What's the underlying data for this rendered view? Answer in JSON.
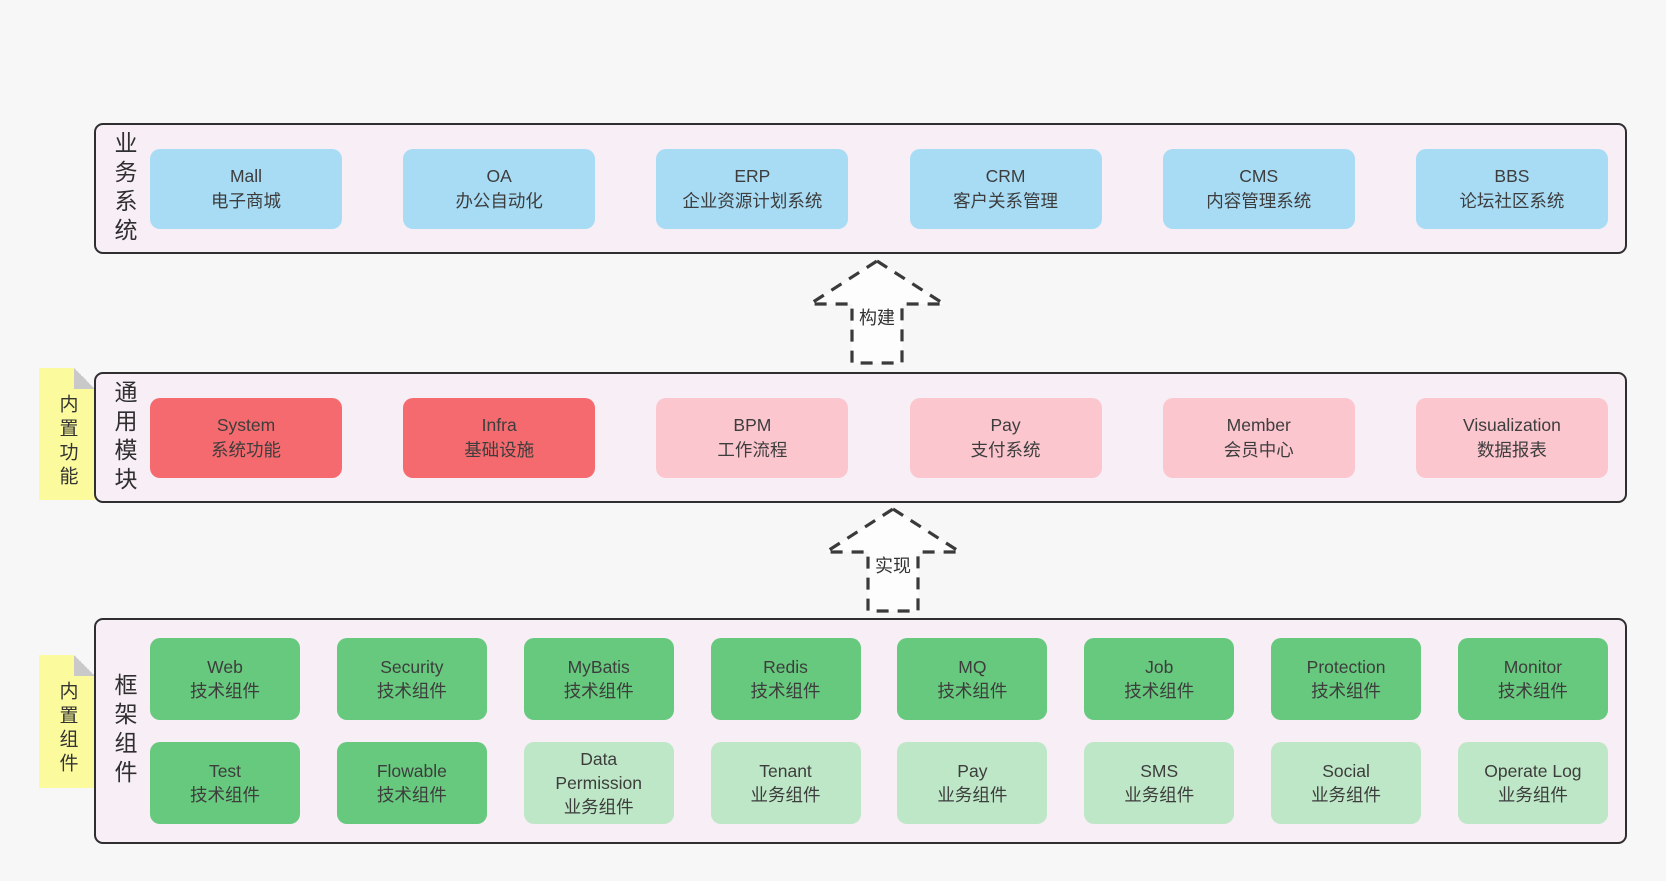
{
  "colors": {
    "blue": "#a8dcf5",
    "red": "#f56a6e",
    "pink": "#fbc6ce",
    "green": "#67c97d",
    "greenLight": "#bde7c6",
    "noteYellow": "#fbfb9d",
    "bandBackground": "#f8eef6",
    "pageBackground": "#f7f7f7",
    "border": "#2f2f2f"
  },
  "arrows": [
    {
      "label": "构建"
    },
    {
      "label": "实现"
    }
  ],
  "bands": [
    {
      "label": "业务系统",
      "boxes": [
        {
          "name": "Mall",
          "sub": "电子商城"
        },
        {
          "name": "OA",
          "sub": "办公自动化"
        },
        {
          "name": "ERP",
          "sub": "企业资源计划系统"
        },
        {
          "name": "CRM",
          "sub": "客户关系管理"
        },
        {
          "name": "CMS",
          "sub": "内容管理系统"
        },
        {
          "name": "BBS",
          "sub": "论坛社区系统"
        }
      ]
    },
    {
      "label": "通用模块",
      "note": "内置功能",
      "boxes": [
        {
          "name": "System",
          "sub": "系统功能"
        },
        {
          "name": "Infra",
          "sub": "基础设施"
        },
        {
          "name": "BPM",
          "sub": "工作流程"
        },
        {
          "name": "Pay",
          "sub": "支付系统"
        },
        {
          "name": "Member",
          "sub": "会员中心"
        },
        {
          "name": "Visualization",
          "sub": "数据报表"
        }
      ]
    },
    {
      "label": "框架组件",
      "note": "内置组件",
      "row1": [
        {
          "name": "Web",
          "sub": "技术组件"
        },
        {
          "name": "Security",
          "sub": "技术组件"
        },
        {
          "name": "MyBatis",
          "sub": "技术组件"
        },
        {
          "name": "Redis",
          "sub": "技术组件"
        },
        {
          "name": "MQ",
          "sub": "技术组件"
        },
        {
          "name": "Job",
          "sub": "技术组件"
        },
        {
          "name": "Protection",
          "sub": "技术组件"
        },
        {
          "name": "Monitor",
          "sub": "技术组件"
        }
      ],
      "row2": [
        {
          "name": "Test",
          "sub": "技术组件"
        },
        {
          "name": "Flowable",
          "sub": "技术组件"
        },
        {
          "name": "Data Permission",
          "sub": "业务组件"
        },
        {
          "name": "Tenant",
          "sub": "业务组件"
        },
        {
          "name": "Pay",
          "sub": "业务组件"
        },
        {
          "name": "SMS",
          "sub": "业务组件"
        },
        {
          "name": "Social",
          "sub": "业务组件"
        },
        {
          "name": "Operate Log",
          "sub": "业务组件"
        }
      ]
    }
  ]
}
